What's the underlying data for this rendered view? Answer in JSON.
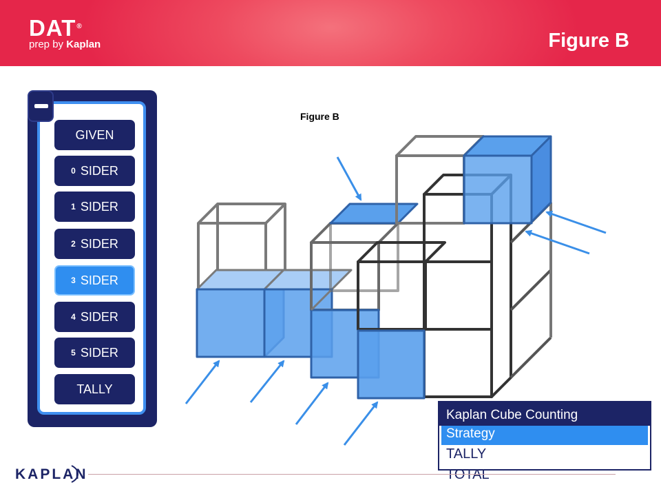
{
  "header": {
    "logo_main": "DAT",
    "logo_reg": "®",
    "logo_sub_prefix": "prep by ",
    "logo_sub_brand": "Kaplan",
    "title": "Figure B"
  },
  "sidebar": {
    "collapse_icon": "minus-icon",
    "buttons": [
      {
        "num": "",
        "label": "GIVEN"
      },
      {
        "num": "0",
        "label": "SIDER"
      },
      {
        "num": "1",
        "label": "SIDER"
      },
      {
        "num": "2",
        "label": "SIDER"
      },
      {
        "num": "3",
        "label": "SIDER"
      },
      {
        "num": "4",
        "label": "SIDER"
      },
      {
        "num": "5",
        "label": "SIDER"
      },
      {
        "num": "",
        "label": "TALLY"
      }
    ],
    "active_index": 4
  },
  "figure": {
    "caption": "Figure B"
  },
  "infobox": {
    "title": "Kaplan Cube Counting",
    "strategy": "Strategy",
    "tally": "TALLY",
    "total": "TOTAL"
  },
  "footer": {
    "logo": "KAPLAN"
  },
  "colors": {
    "banner": "#e5264a",
    "navy": "#1c2466",
    "accent_blue": "#2f8ef0",
    "cube_fill": "#4a90e2"
  }
}
